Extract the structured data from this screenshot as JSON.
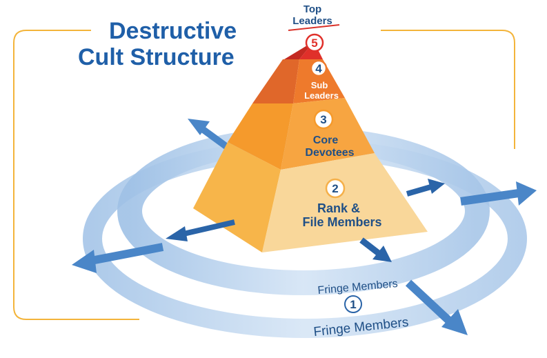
{
  "title": {
    "line1": "Destructive",
    "line2": "Cult Structure"
  },
  "tiers": [
    {
      "number": "5",
      "label_lines": [
        "Top",
        "Leaders"
      ]
    },
    {
      "number": "4",
      "label_lines": [
        "Sub",
        "Leaders"
      ]
    },
    {
      "number": "3",
      "label_lines": [
        "Core",
        "Devotees"
      ]
    },
    {
      "number": "2",
      "label_lines": [
        "Rank &",
        "File Members"
      ]
    },
    {
      "number": "1",
      "label_lines": [
        "Fringe Members"
      ]
    }
  ],
  "rings": {
    "inner_label": "Fringe Members"
  },
  "colors": {
    "title": "#1f5fa8",
    "label": "#1f4f86",
    "tier5": "#e0302a",
    "tier4": "#ee7a2c",
    "tier3": "#f7a541",
    "tier2": "#f9d79a",
    "ring": "#b9d2ec",
    "arrow_dark": "#2a64a8",
    "arrow_light": "#4a86c8",
    "frame": "#f3b43a"
  }
}
